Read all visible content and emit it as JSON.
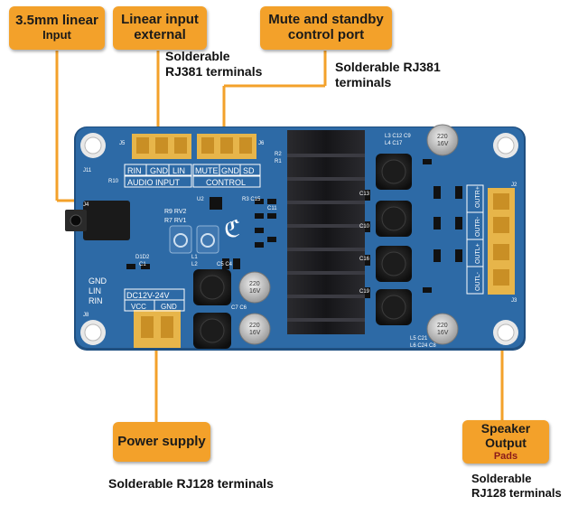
{
  "callouts": {
    "jack": {
      "line1": "3.5mm linear",
      "line2": "Input"
    },
    "linear_external": {
      "line1": "Linear input",
      "line2": "external"
    },
    "mute_standby": {
      "line1": "Mute and standby",
      "line2": "control port"
    },
    "power": {
      "label": "Power supply"
    },
    "speaker": {
      "line1": "Speaker",
      "line2": "Output",
      "sub": "Pads"
    }
  },
  "notes": {
    "rj381_left": {
      "line1": "Solderable",
      "line2": "RJ381 terminals"
    },
    "rj381_right": {
      "line1": "Solderable RJ381",
      "line2": "terminals"
    },
    "rj128_bottom": "Solderable RJ128 terminals",
    "rj128_right": {
      "line1": "Solderable",
      "line2": "RJ128 terminals"
    }
  },
  "board": {
    "audio_pins": [
      "RIN",
      "GND",
      "LIN"
    ],
    "audio_label": "AUDIO INPUT",
    "control_pins": [
      "MUTE",
      "GND",
      "SD"
    ],
    "control_label": "CONTROL",
    "power_rating": "DC12V-24V",
    "power_pins": [
      "VCC",
      "GND"
    ],
    "legend": [
      "GND",
      "LIN",
      "RIN"
    ],
    "output_labels": [
      "OUTR+",
      "OUTR-",
      "OUTL+",
      "OUTL-"
    ],
    "cap_value": "220",
    "cap_voltage": "16V",
    "refs": {
      "j5": "J5",
      "j6": "J6",
      "j11": "J11",
      "r10": "R10",
      "j4": "J4",
      "j2": "J2",
      "j3": "J3",
      "j8": "J8",
      "r9rv2": "R9 RV2",
      "r7rv1": "R7 RV1",
      "u2": "U2",
      "r3c15": "R3 C15",
      "l3": "L3 C12 C9",
      "l4": "L4 C17",
      "l5": "L5 C21",
      "l6": "L6 C24 C8",
      "d1d2": "D1D2",
      "c1": "C1",
      "l1": "L1",
      "l2": "L2",
      "c5c4": "C5 C4",
      "c7c6": "C7 C6",
      "r2": "R2",
      "r1": "R1",
      "c13": "C13",
      "c10": "C10",
      "c16": "C16",
      "c19": "C19",
      "c11": "C11"
    }
  },
  "colors": {
    "board": "#2d6aa6",
    "board_edge": "#1f4f80",
    "silk": "#ffffff",
    "pad": "#e7b54a",
    "callout": "#f3a12a",
    "heatsink": "#1b1b1e"
  }
}
